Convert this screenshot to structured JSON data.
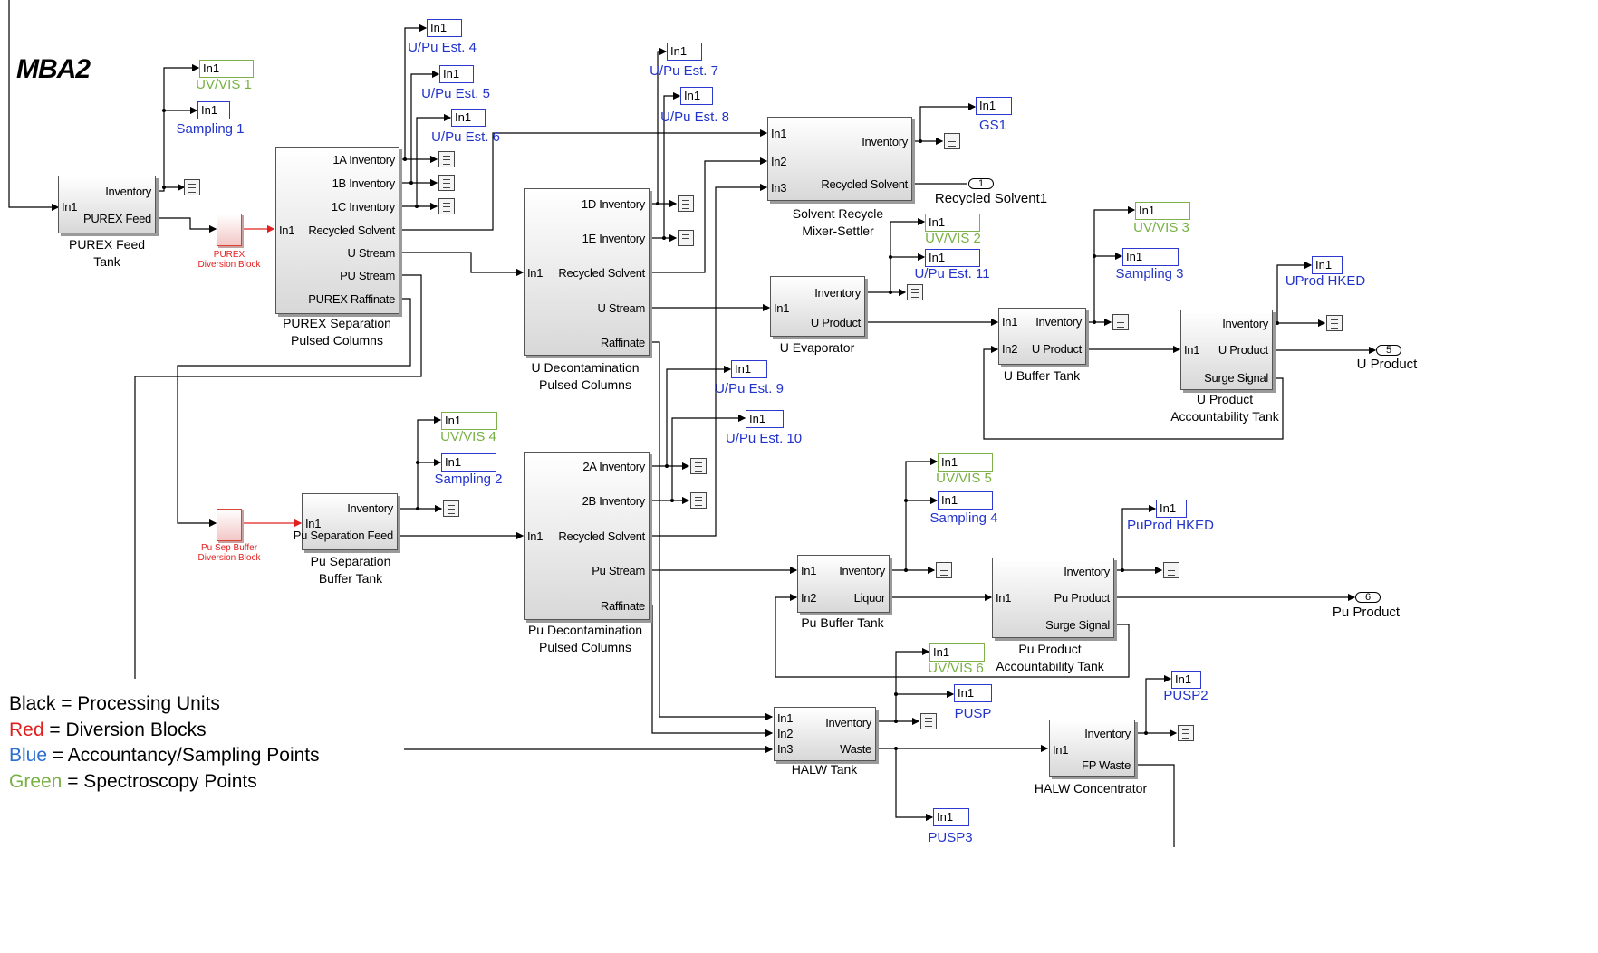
{
  "title": "MBA2",
  "legend": [
    {
      "key": "Black",
      "rest": " = Processing Units",
      "color": "#000000"
    },
    {
      "key": "Red",
      "rest": " = Diversion Blocks",
      "color": "#e0201f"
    },
    {
      "key": "Blue",
      "rest": " = Accountancy/Sampling Points",
      "color": "#2a6fd1"
    },
    {
      "key": "Green",
      "rest": " = Spectroscopy Points",
      "color": "#78b043"
    }
  ],
  "blocks": {
    "purex_feed_tank": {
      "ports": [
        "In1",
        "Inventory",
        "PUREX Feed"
      ],
      "caption1": "PUREX Feed",
      "caption2": "Tank"
    },
    "purex_sep": {
      "ports": [
        "1A Inventory",
        "1B Inventory",
        "1C Inventory",
        "In1",
        "Recycled Solvent",
        "U Stream",
        "PU Stream",
        "PUREX Raffinate"
      ],
      "caption1": "PUREX Separation",
      "caption2": "Pulsed Columns"
    },
    "u_decon": {
      "ports": [
        "1D Inventory",
        "1E Inventory",
        "In1",
        "Recycled Solvent",
        "U Stream",
        "Raffinate"
      ],
      "caption1": "U Decontamination",
      "caption2": "Pulsed Columns"
    },
    "solvent_recycle": {
      "ports": [
        "In1",
        "In2",
        "In3",
        "Inventory",
        "Recycled Solvent"
      ],
      "caption1": "Solvent Recycle",
      "caption2": "Mixer-Settler"
    },
    "u_evap": {
      "ports": [
        "In1",
        "Inventory",
        "U Product"
      ],
      "caption1": "U Evaporator"
    },
    "u_buffer": {
      "ports": [
        "In1",
        "In2",
        "Inventory",
        "U Product"
      ],
      "caption1": "U Buffer Tank"
    },
    "u_product_acc": {
      "ports": [
        "In1",
        "Inventory",
        "U Product",
        "Surge Signal"
      ],
      "caption1": "U Product",
      "caption2": "Accountability Tank"
    },
    "pu_sep_buffer": {
      "ports": [
        "In1",
        "Inventory",
        "Pu Separation Feed"
      ],
      "caption1": "Pu Separation",
      "caption2": "Buffer Tank"
    },
    "pu_decon": {
      "ports": [
        "2A Inventory",
        "2B Inventory",
        "In1",
        "Recycled Solvent",
        "Pu Stream",
        "Raffinate"
      ],
      "caption1": "Pu Decontamination",
      "caption2": "Pulsed Columns"
    },
    "pu_buffer": {
      "ports": [
        "In1",
        "In2",
        "Inventory",
        "Liquor"
      ],
      "caption1": "Pu Buffer Tank"
    },
    "pu_product_acc": {
      "ports": [
        "In1",
        "Inventory",
        "Pu Product",
        "Surge Signal"
      ],
      "caption1": "Pu Product",
      "caption2": "Accountability Tank"
    },
    "halw_tank": {
      "ports": [
        "In1",
        "In2",
        "In3",
        "Inventory",
        "Waste"
      ],
      "caption1": "HALW Tank"
    },
    "halw_conc": {
      "ports": [
        "In1",
        "Inventory",
        "FP Waste"
      ],
      "caption1": "HALW Concentrator"
    }
  },
  "diversion": {
    "purex": {
      "line1": "PUREX",
      "line2": "Diversion Block"
    },
    "pu_sep": {
      "line1": "Pu Sep Buffer",
      "line2": "Diversion Block"
    }
  },
  "monitors": [
    {
      "in": "In1",
      "label": "UV/VIS 1",
      "color": "green"
    },
    {
      "in": "In1",
      "label": "Sampling 1",
      "color": "blue"
    },
    {
      "in": "In1",
      "label": "U/Pu Est. 4",
      "color": "blue"
    },
    {
      "in": "In1",
      "label": "U/Pu Est. 5",
      "color": "blue"
    },
    {
      "in": "In1",
      "label": "U/Pu Est. 6",
      "color": "blue"
    },
    {
      "in": "In1",
      "label": "U/Pu Est. 7",
      "color": "blue"
    },
    {
      "in": "In1",
      "label": "U/Pu Est. 8",
      "color": "blue"
    },
    {
      "in": "In1",
      "label": "GS1",
      "color": "blue"
    },
    {
      "in": "In1",
      "label": "UV/VIS 2",
      "color": "green"
    },
    {
      "in": "In1",
      "label": "U/Pu Est. 11",
      "color": "blue"
    },
    {
      "in": "In1",
      "label": "UV/VIS 3",
      "color": "green"
    },
    {
      "in": "In1",
      "label": "Sampling 3",
      "color": "blue"
    },
    {
      "in": "In1",
      "label": "UProd HKED",
      "color": "blue"
    },
    {
      "in": "In1",
      "label": "U/Pu Est. 9",
      "color": "blue"
    },
    {
      "in": "In1",
      "label": "U/Pu Est. 10",
      "color": "blue"
    },
    {
      "in": "In1",
      "label": "UV/VIS 4",
      "color": "green"
    },
    {
      "in": "In1",
      "label": "Sampling 2",
      "color": "blue"
    },
    {
      "in": "In1",
      "label": "UV/VIS 5",
      "color": "green"
    },
    {
      "in": "In1",
      "label": "Sampling 4",
      "color": "blue"
    },
    {
      "in": "In1",
      "label": "PuProd HKED",
      "color": "blue"
    },
    {
      "in": "In1",
      "label": "UV/VIS 6",
      "color": "green"
    },
    {
      "in": "In1",
      "label": "PUSP",
      "color": "blue"
    },
    {
      "in": "In1",
      "label": "PUSP2",
      "color": "blue"
    },
    {
      "in": "In1",
      "label": "PUSP3",
      "color": "blue"
    }
  ],
  "outports": [
    {
      "num": "1",
      "label": "Recycled Solvent1"
    },
    {
      "num": "5",
      "label": "U Product"
    },
    {
      "num": "6",
      "label": "Pu Product"
    }
  ]
}
